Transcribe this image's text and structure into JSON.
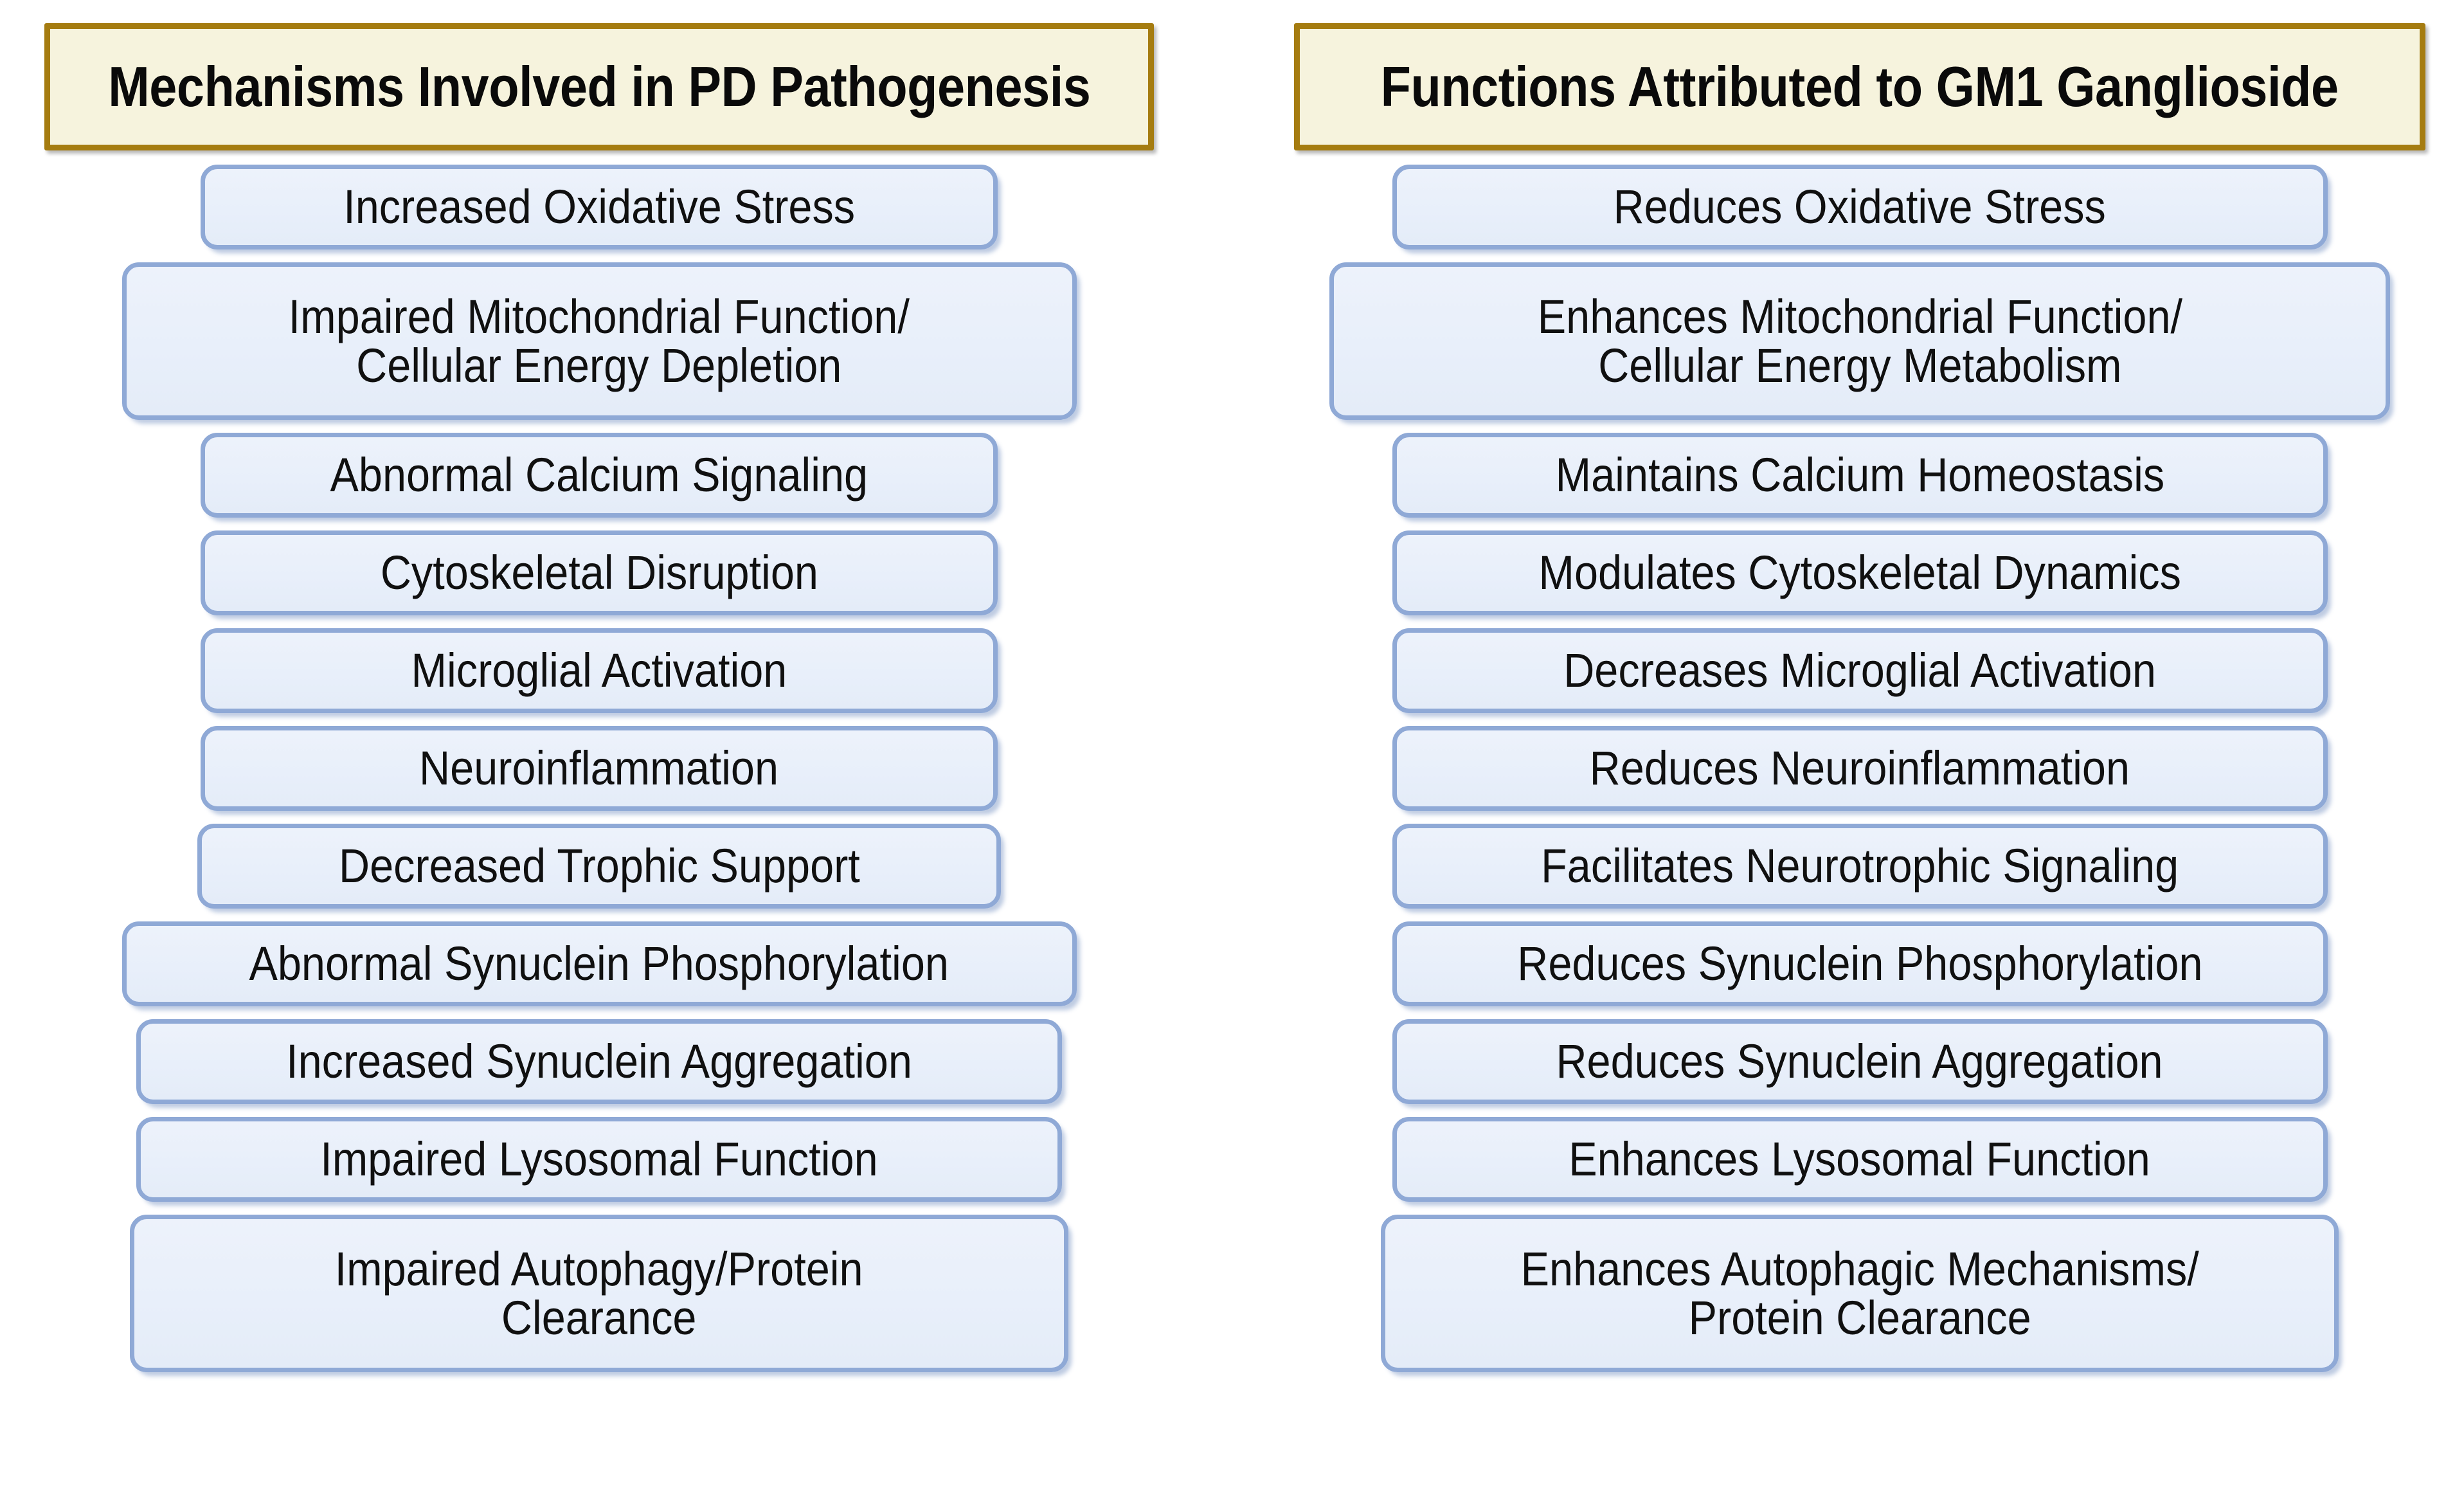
{
  "figure": {
    "type": "two-column-comparison-diagram",
    "background_color": "#ffffff"
  },
  "colors": {
    "header_fill": "#f6f3dd",
    "header_border": "#a57c10",
    "item_fill": "#e9f0fa",
    "item_border": "#8fa9d6",
    "text": "#101010"
  },
  "columns": [
    {
      "id": "pd-pathogenesis",
      "header": "Mechanisms Involved in PD Pathogenesis",
      "items": [
        "Increased Oxidative Stress",
        "Impaired Mitochondrial Function/\nCellular Energy Depletion",
        "Abnormal Calcium Signaling",
        "Cytoskeletal Disruption",
        "Microglial Activation",
        "Neuroinflammation",
        "Decreased Trophic Support",
        "Abnormal Synuclein Phosphorylation",
        "Increased Synuclein Aggregation",
        "Impaired Lysosomal Function",
        "Impaired Autophagy/Protein\nClearance"
      ]
    },
    {
      "id": "gm1-functions",
      "header": "Functions Attributed to GM1 Ganglioside",
      "items": [
        "Reduces Oxidative Stress",
        "Enhances Mitochondrial Function/\nCellular Energy Metabolism",
        "Maintains Calcium Homeostasis",
        "Modulates Cytoskeletal Dynamics",
        "Decreases Microglial Activation",
        "Reduces Neuroinflammation",
        "Facilitates Neurotrophic Signaling",
        "Reduces Synuclein Phosphorylation",
        "Reduces Synuclein Aggregation",
        "Enhances Lysosomal Function",
        "Enhances Autophagic Mechanisms/\nProtein Clearance"
      ]
    }
  ]
}
